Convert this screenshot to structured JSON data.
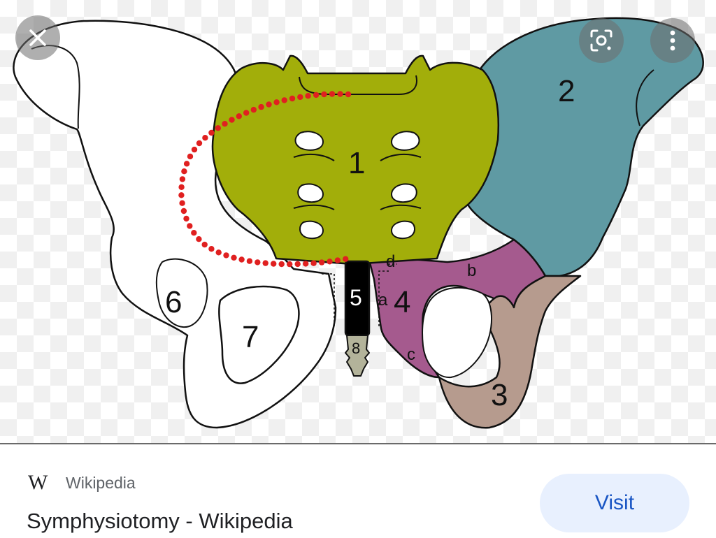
{
  "diagram": {
    "labels": {
      "sacrum": "1",
      "ilium": "2",
      "ischium": "3",
      "pubis": "4",
      "symphysis": "5",
      "acetabulum": "6",
      "obturator_foramen": "7",
      "coccyx": "8"
    },
    "sublabels": {
      "a": "a",
      "b": "b",
      "c": "c",
      "d": "d"
    },
    "colors": {
      "sacrum": "#a2ae0a",
      "ilium": "#5f9aa3",
      "pubis": "#a55a8e",
      "ischium": "#b69b8e",
      "symphysis": "#000000",
      "coccyx": "#b3b39a",
      "dots": "#e02020"
    }
  },
  "controls": {
    "close_icon": "close-icon",
    "lens_icon": "lens-icon",
    "more_icon": "more-vert-icon"
  },
  "result": {
    "source": "Wikipedia",
    "logo": "W",
    "title": "Symphysiotomy - Wikipedia",
    "visit_label": "Visit"
  }
}
